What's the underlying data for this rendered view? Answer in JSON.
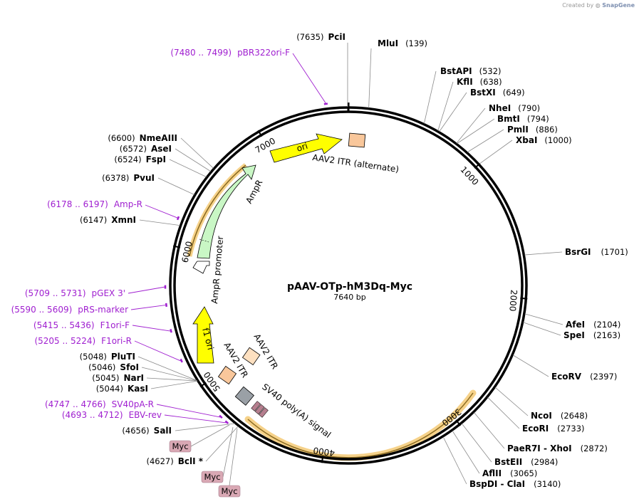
{
  "credit": {
    "prefix": "Created by",
    "brand": "SnapGene"
  },
  "plasmid": {
    "name": "pAAV-OTp-hM3Dq-Myc",
    "length_label": "7640 bp",
    "length_bp": 7640
  },
  "ticks": [
    {
      "bp": 1000,
      "label": "1000"
    },
    {
      "bp": 2000,
      "label": "2000"
    },
    {
      "bp": 3000,
      "label": "3000"
    },
    {
      "bp": 4000,
      "label": "4000"
    },
    {
      "bp": 5000,
      "label": "5000"
    },
    {
      "bp": 6000,
      "label": "6000"
    },
    {
      "bp": 7000,
      "label": "7000"
    }
  ],
  "enzymes": [
    {
      "name": "PciI",
      "pos": "(7635)",
      "bp": 7635
    },
    {
      "name": "MluI",
      "pos": "(139)",
      "bp": 139
    },
    {
      "name": "BstAPI",
      "pos": "(532)",
      "bp": 532
    },
    {
      "name": "KflI",
      "pos": "(638)",
      "bp": 638
    },
    {
      "name": "BstXI",
      "pos": "(649)",
      "bp": 649
    },
    {
      "name": "NheI",
      "pos": "(790)",
      "bp": 790
    },
    {
      "name": "BmtI",
      "pos": "(794)",
      "bp": 794
    },
    {
      "name": "PmlI",
      "pos": "(886)",
      "bp": 886
    },
    {
      "name": "XbaI",
      "pos": "(1000)",
      "bp": 1000
    },
    {
      "name": "BsrGI",
      "pos": "(1701)",
      "bp": 1701
    },
    {
      "name": "AfeI",
      "pos": "(2104)",
      "bp": 2104
    },
    {
      "name": "SpeI",
      "pos": "(2163)",
      "bp": 2163
    },
    {
      "name": "EcoRV",
      "pos": "(2397)",
      "bp": 2397
    },
    {
      "name": "NcoI",
      "pos": "(2648)",
      "bp": 2648
    },
    {
      "name": "EcoRI",
      "pos": "(2733)",
      "bp": 2733
    },
    {
      "name": "PaeR7I - XhoI",
      "pos": "(2872)",
      "bp": 2872
    },
    {
      "name": "BstEII",
      "pos": "(2984)",
      "bp": 2984
    },
    {
      "name": "AflII",
      "pos": "(3065)",
      "bp": 3065
    },
    {
      "name": "BspDI - ClaI",
      "pos": "(3140)",
      "bp": 3140
    },
    {
      "name": "NmeAIII",
      "pos": "(6600)",
      "bp": 6600
    },
    {
      "name": "AseI",
      "pos": "(6572)",
      "bp": 6572
    },
    {
      "name": "FspI",
      "pos": "(6524)",
      "bp": 6524
    },
    {
      "name": "PvuI",
      "pos": "(6378)",
      "bp": 6378
    },
    {
      "name": "XmnI",
      "pos": "(6147)",
      "bp": 6147
    },
    {
      "name": "PluTI",
      "pos": "(5048)",
      "bp": 5048
    },
    {
      "name": "SfoI",
      "pos": "(5046)",
      "bp": 5046
    },
    {
      "name": "NarI",
      "pos": "(5045)",
      "bp": 5045
    },
    {
      "name": "KasI",
      "pos": "(5044)",
      "bp": 5044
    },
    {
      "name": "SalI",
      "pos": "(4656)",
      "bp": 4656
    },
    {
      "name": "BclI *",
      "pos": "(4627)",
      "bp": 4627
    }
  ],
  "primers": [
    {
      "range": "(7480 .. 7499)",
      "name": "pBR322ori-F",
      "bp": 7490
    },
    {
      "range": "(6178 .. 6197)",
      "name": "Amp-R",
      "bp": 6188
    },
    {
      "range": "(5709 .. 5731)",
      "name": "pGEX 3'",
      "bp": 5720
    },
    {
      "range": "(5590 .. 5609)",
      "name": "pRS-marker",
      "bp": 5600
    },
    {
      "range": "(5415 .. 5436)",
      "name": "F1ori-F",
      "bp": 5425
    },
    {
      "range": "(5205 .. 5224)",
      "name": "F1ori-R",
      "bp": 5215
    },
    {
      "range": "(4747 .. 4766)",
      "name": "SV40pA-R",
      "bp": 4757
    },
    {
      "range": "(4693 .. 4712)",
      "name": "EBV-rev",
      "bp": 4703
    }
  ],
  "features": [
    {
      "name": "ori",
      "type": "arrow"
    },
    {
      "name": "AmpR",
      "type": "arrow"
    },
    {
      "name": "AmpR promoter",
      "type": "arrow"
    },
    {
      "name": "f1 ori",
      "type": "arrow"
    },
    {
      "name": "AAV2 ITR (alternate)",
      "type": "box"
    },
    {
      "name": "AAV2 ITR",
      "type": "box"
    },
    {
      "name": "AAV2 ITR",
      "type": "box"
    },
    {
      "name": "SV40 poly(A) signal",
      "type": "box"
    }
  ],
  "myc_tags": [
    "Myc",
    "Myc",
    "Myc"
  ],
  "colors": {
    "backbone": "#000000",
    "primer": "#a020d0",
    "ori": "#ffff00",
    "ampr": "#c9f7c5",
    "promoter": "#ffffff",
    "itr": "#f9c79b",
    "itr_light": "#fde0c0",
    "polya": "#9aa0a6",
    "orf_glow": "#f0c064",
    "myc": "#d9a8b4"
  }
}
